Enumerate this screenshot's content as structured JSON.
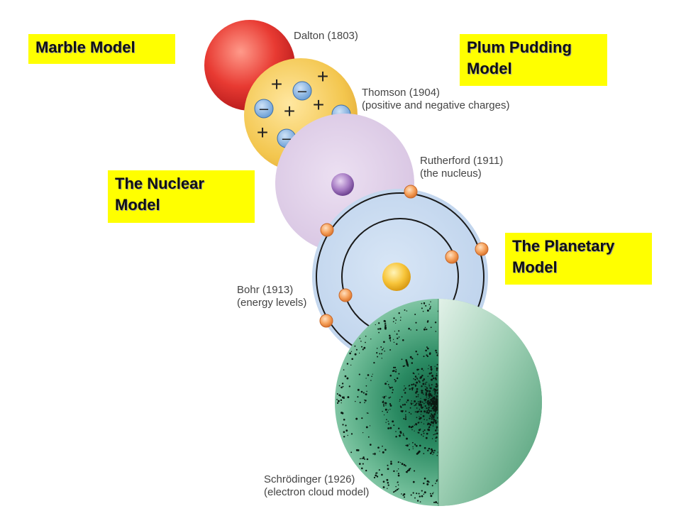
{
  "labels": {
    "marble": "Marble Model",
    "plum": [
      "Plum Pudding",
      "Model"
    ],
    "nuclear": [
      "The Nuclear",
      "Model"
    ],
    "planetary": [
      "The Planetary",
      "Model"
    ]
  },
  "captions": {
    "dalton": "Dalton (1803)",
    "thomson": [
      "Thomson (1904)",
      "(positive and negative charges)"
    ],
    "rutherford": [
      "Rutherford (1911)",
      "(the nucleus)"
    ],
    "bohr": [
      "Bohr (1913)",
      "(energy levels)"
    ],
    "schrodinger": [
      "Schrödinger (1926)",
      "(electron cloud model)"
    ]
  },
  "symbols": {
    "plus": "+",
    "minus": "–"
  },
  "colors": {
    "label_bg": "#ffff00",
    "dalton": "#e83a32",
    "thomson": "#f3c64e",
    "rutherford": "#dccbe6",
    "bohr": "#c5d8ef",
    "schrodinger": "#4faa80",
    "electron": "#f5a05a",
    "nucleus": "#f7c53a"
  }
}
